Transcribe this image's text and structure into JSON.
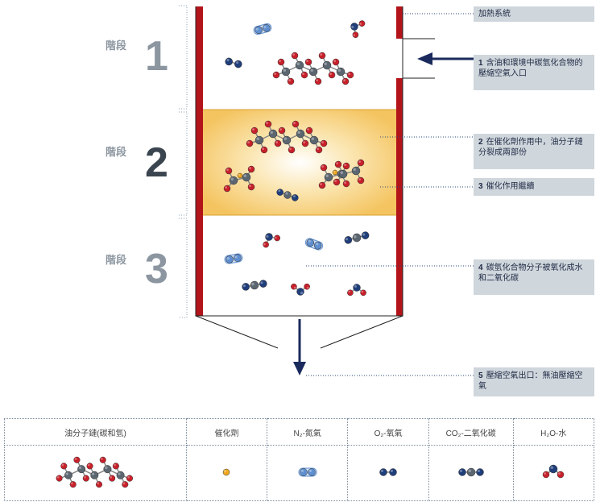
{
  "stages": [
    {
      "label": "階段",
      "number": "1"
    },
    {
      "label": "階段",
      "number": "2"
    },
    {
      "label": "階段",
      "number": "3"
    }
  ],
  "callouts": [
    {
      "num": "",
      "text": "加熱系統"
    },
    {
      "num": "1",
      "text": "含油和環境中碳氫化合物的壓縮空氣入口"
    },
    {
      "num": "2",
      "text": "在催化劑作用中，油分子鏈分裂成兩部份"
    },
    {
      "num": "3",
      "text": "催化作用繼續"
    },
    {
      "num": "4",
      "text": "碳氫化合物分子被氧化成水和二氧化碳"
    },
    {
      "num": "5",
      "text": "壓縮空氣出口：無油壓縮空氣"
    }
  ],
  "legend": {
    "headers": [
      {
        "text": "油分子鏈(碳和氫)",
        "icon": "hydrocarbon-chain-icon"
      },
      {
        "text": "催化劑",
        "icon": "catalyst-icon"
      },
      {
        "text": "N₂-氮氣",
        "icon": "nitrogen-molecule-icon"
      },
      {
        "text": "O₂-氧氣",
        "icon": "oxygen-molecule-icon"
      },
      {
        "text": "CO₂-二氧化碳",
        "icon": "carbon-dioxide-molecule-icon"
      },
      {
        "text": "H₂O-水",
        "icon": "water-molecule-icon"
      }
    ]
  },
  "colors": {
    "heater": "#b3141a",
    "arrow": "#1a2a5c",
    "callout_bg": "#cfd6dc",
    "catalyst_zone": "#f4c460",
    "oxygen_atom": "#c8202a",
    "carbon_atom": "#5b6670",
    "nitrogen_atom": "#5f8fd0",
    "navy_atom": "#1f3e7a",
    "catalyst_dot": "#f0a820"
  }
}
